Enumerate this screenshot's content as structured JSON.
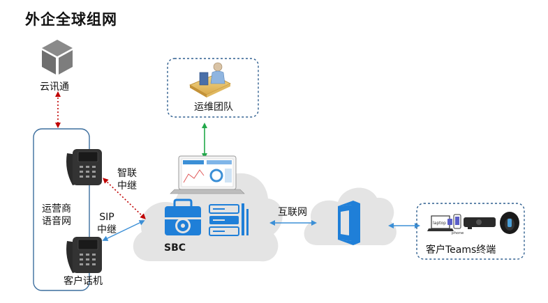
{
  "title": "外企全球组网",
  "nodes": {
    "yunxuntong": "云讯通",
    "ops_team": "运维团队",
    "carrier_net_line1": "运营商",
    "carrier_net_line2": "语音网",
    "customer_phone": "客户话机",
    "sbc": "SBC",
    "internet": "互联网",
    "teams_endpoints": "客户Teams终端"
  },
  "links": {
    "smart_trunk_line1": "智联",
    "smart_trunk_line2": "中继",
    "sip_trunk_line1": "SIP",
    "sip_trunk_line2": "中继"
  },
  "device_labels": {
    "laptop": "laptop",
    "phone": "phone"
  },
  "colors": {
    "red_link": "#c00000",
    "green_link": "#22a84a",
    "blue_link": "#3b8fd6",
    "cloud": "#e4e4e4",
    "dashed_box": "#2f5f8f",
    "carrier_box": "#3c6e9e",
    "sbc_blue": "#1f7fd8"
  }
}
